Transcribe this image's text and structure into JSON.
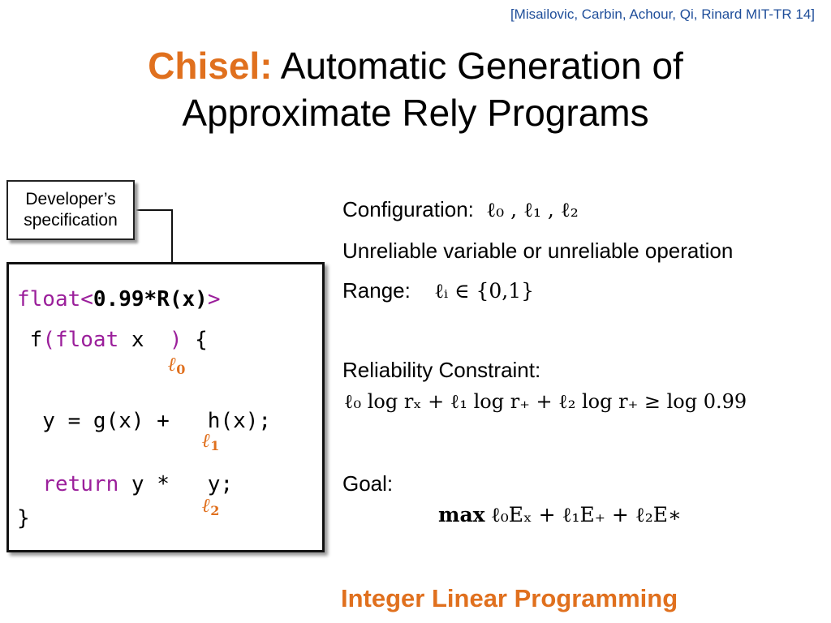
{
  "citation": "[Misailovic, Carbin, Achour, Qi, Rinard MIT-TR 14]",
  "title": {
    "accent": "Chisel:",
    "line1": "Automatic Generation of",
    "line2": "Approximate Rely Programs"
  },
  "callout": {
    "line1": "Developer’s",
    "line2": "specification"
  },
  "code": {
    "line1_type": "float<",
    "line1_spec": "0.99*R(x)",
    "line1_close": ">",
    "line2_fn": " f",
    "line2_paren": "(float",
    "line2_x": " x  ",
    "line2_close": ")",
    "line2_brace": " {",
    "line3": "  y = g(x) +   h(x);",
    "line4_kw": "  return",
    "line4_rest": " y *   y;",
    "line5": "}",
    "ell0": "ℓ",
    "ell0_sub": "0",
    "ell1": "ℓ",
    "ell1_sub": "1",
    "ell2": "ℓ",
    "ell2_sub": "2"
  },
  "right": {
    "config_label": "Configuration:",
    "config_math": "ℓ₀ , ℓ₁ , ℓ₂",
    "unreliable": "Unreliable variable or unreliable operation",
    "range_label": "Range:",
    "range_math": "ℓᵢ ∈ {0,1}",
    "reliability_label": "Reliability Constraint:",
    "reliability_math": "ℓ₀ log rₓ + ℓ₁ log r₊ + ℓ₂ log r₊ ≥ log 0.99",
    "goal_label": "Goal:",
    "goal_max": "max",
    "goal_math": "ℓ₀Eₓ + ℓ₁E₊ + ℓ₂E∗",
    "ilp": "Integer Linear Programming"
  },
  "colors": {
    "accent": "#e0701e",
    "keyword": "#9b1f9b",
    "citation": "#1f4e9a"
  }
}
